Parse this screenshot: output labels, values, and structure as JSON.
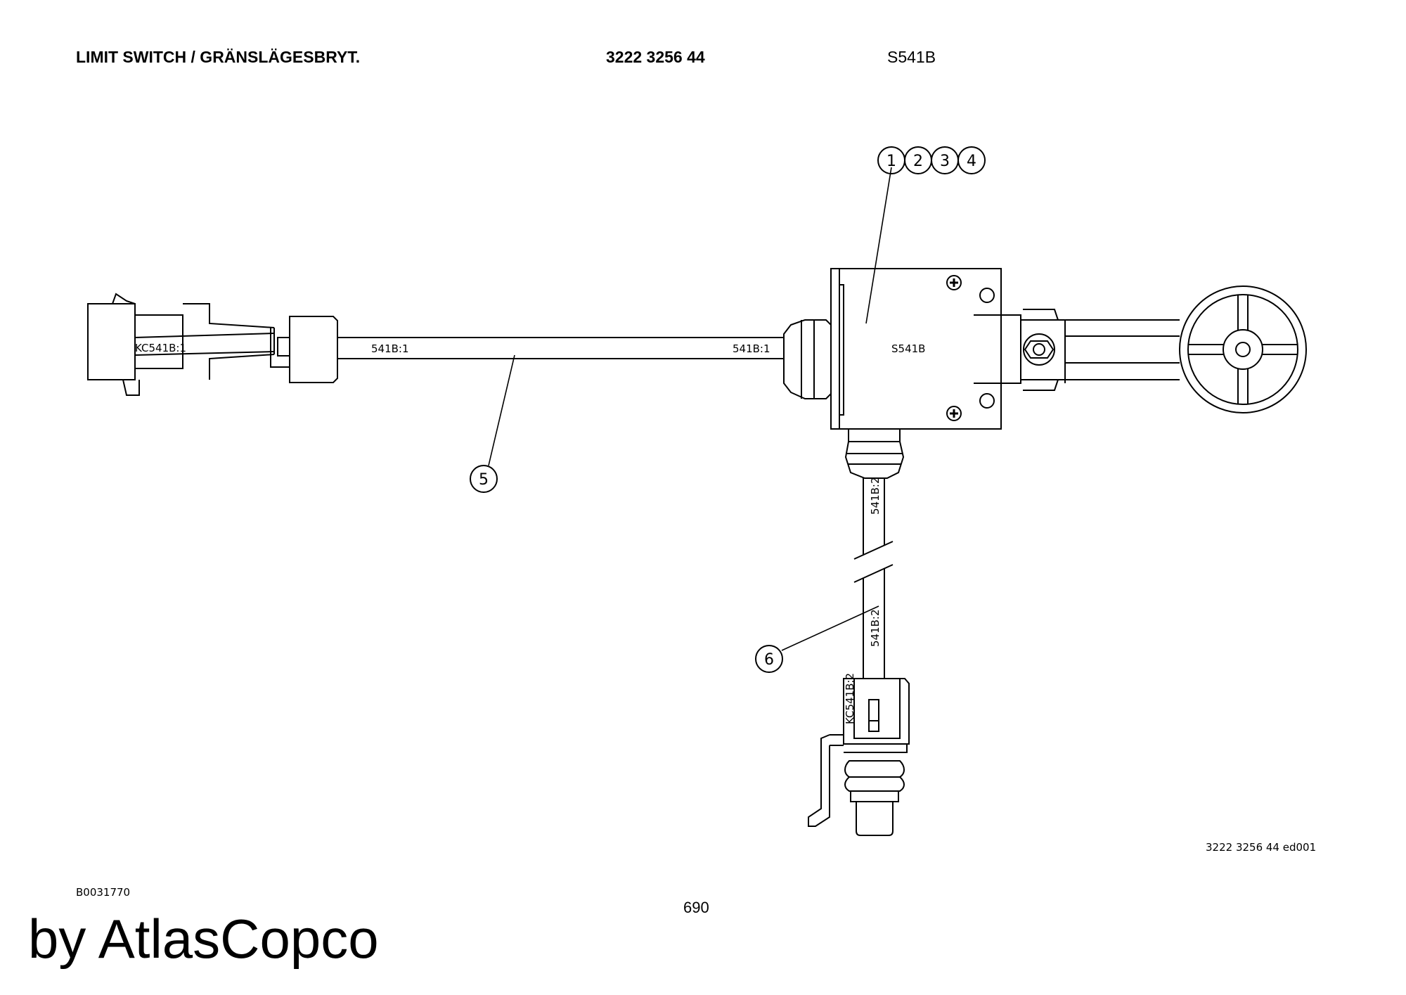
{
  "header": {
    "title": "LIMIT SWITCH / GRÄNSLÄGESBRYT.",
    "part_number": "3222 3256 44",
    "code": "S541B"
  },
  "diagram": {
    "callouts": [
      "1",
      "2",
      "3",
      "4",
      "5",
      "6"
    ],
    "labels": {
      "connector_left": "KC541B:1",
      "cable1_left": "541B:1",
      "cable1_right": "541B:1",
      "switch_body": "S541B",
      "cable2_top": "541B:2",
      "cable2_bottom": "541B:2",
      "connector_bottom": "KC541B:2"
    }
  },
  "footer": {
    "edition": "3222 3256 44 ed001",
    "doc_ref": "B0031770",
    "page": "690",
    "brand": "by AtlasCopco"
  }
}
